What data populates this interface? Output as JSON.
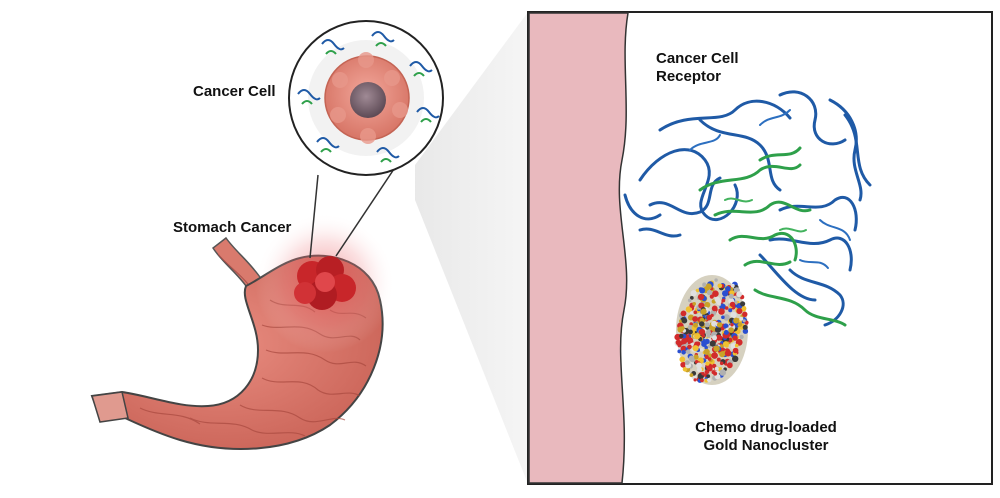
{
  "labels": {
    "cancer_cell": "Cancer Cell",
    "stomach_cancer": "Stomach Cancer",
    "receptor_line1": "Cancer Cell",
    "receptor_line2": "Receptor",
    "nanocluster_line1": "Chemo drug-loaded",
    "nanocluster_line2": "Gold Nanocluster"
  },
  "colors": {
    "stomach": "#d9776a",
    "tumor": "#c8262a",
    "membrane": "#e9b9be",
    "receptor_blue": "#1f5aa6",
    "receptor_green": "#2ea04a",
    "gold": "#c9a227"
  }
}
